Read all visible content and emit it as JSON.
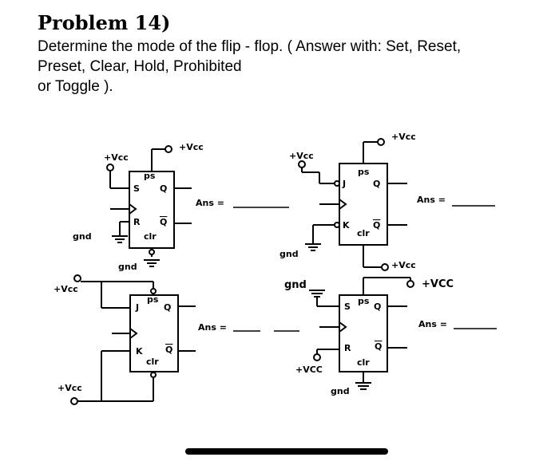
{
  "problem": {
    "title": "Problem 14)",
    "prompt_lines": [
      "Determine the mode of the flip - flop. ( Answer with: Set, Reset,",
      "Preset, Clear, Hold, Prohibited",
      "or Toggle )."
    ]
  },
  "circuits": [
    {
      "type": "SR",
      "pins": {
        "preset": "ps",
        "clear": "clr",
        "in1": "S",
        "in2": "R",
        "q": "Q",
        "qbar": "Q"
      },
      "labels": {
        "vcc_top": "+Vcc",
        "vcc_left": "+Vcc",
        "gnd_left": "gnd",
        "gnd_bottom": "gnd"
      },
      "answer_label": "Ans ="
    },
    {
      "type": "JK",
      "pins": {
        "preset": "ps",
        "clear": "clr",
        "in1": "J",
        "in2": "K",
        "q": "Q",
        "qbar": "Q"
      },
      "labels": {
        "vcc_top": "+Vcc",
        "vcc_left": "+Vcc",
        "gnd_left": "gnd",
        "vcc_bottom": "+Vcc"
      },
      "answer_label": "Ans ="
    },
    {
      "type": "JK",
      "pins": {
        "preset": "ps",
        "clear": "clr",
        "in1": "J",
        "in2": "K",
        "q": "Q",
        "qbar": "Q"
      },
      "labels": {
        "vcc_top": "+Vcc",
        "vcc_bottom": "+Vcc"
      },
      "answer_label": "Ans ="
    },
    {
      "type": "SR",
      "pins": {
        "preset": "ps",
        "clear": "clr",
        "in1": "S",
        "in2": "R",
        "q": "Q",
        "qbar": "Q"
      },
      "labels": {
        "gnd_top": "gnd",
        "vcc_right": "+VCC",
        "vcc_left": "+VCC",
        "gnd_bottom": "gnd"
      },
      "answer_label": "Ans ="
    }
  ]
}
